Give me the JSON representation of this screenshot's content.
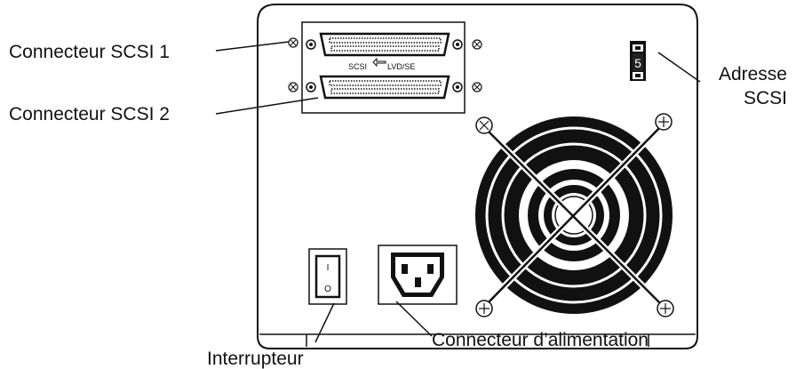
{
  "labels": {
    "scsi_connector_1": "Connecteur SCSI 1",
    "scsi_connector_2": "Connecteur SCSI 2",
    "scsi_address_line1": "Adresse",
    "scsi_address_line2": "SCSI",
    "power_switch": "Interrupteur",
    "power_connector": "Connecteur d’alimentation"
  },
  "panel_text": {
    "scsi_mode_left": "SCSI",
    "scsi_mode_right": "LVD/SE",
    "scsi_id_value": "5"
  },
  "switch_marks": {
    "on": "I",
    "off": "O"
  }
}
